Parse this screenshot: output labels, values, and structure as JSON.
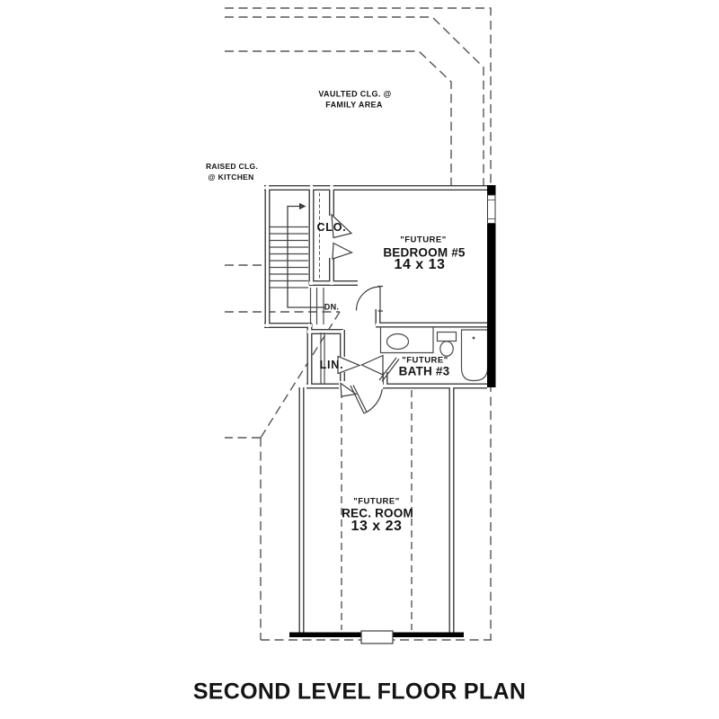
{
  "title": "SECOND LEVEL FLOOR PLAN",
  "notes": {
    "vaulted_line1": "VAULTED CLG. @",
    "vaulted_line2": "FAMILY AREA",
    "raised_line1": "RAISED CLG.",
    "raised_line2": "@ KITCHEN"
  },
  "rooms": {
    "bedroom": {
      "qualifier": "\"FUTURE\"",
      "name": "BEDROOM #5",
      "dimensions": "14 x 13"
    },
    "bath": {
      "qualifier": "\"FUTURE\"",
      "name": "BATH #3"
    },
    "rec": {
      "qualifier": "\"FUTURE\"",
      "name": "REC. ROOM",
      "dimensions": "13 x 23"
    }
  },
  "labels": {
    "closet": "CLO.",
    "linen": "LIN.",
    "down": "DN."
  },
  "colors": {
    "wall_line": "#3e3e3e",
    "solid_wall": "#000000",
    "dashed_line": "#565656",
    "thin_line": "#4a4a4a",
    "text": "#141414",
    "background": "#ffffff"
  }
}
